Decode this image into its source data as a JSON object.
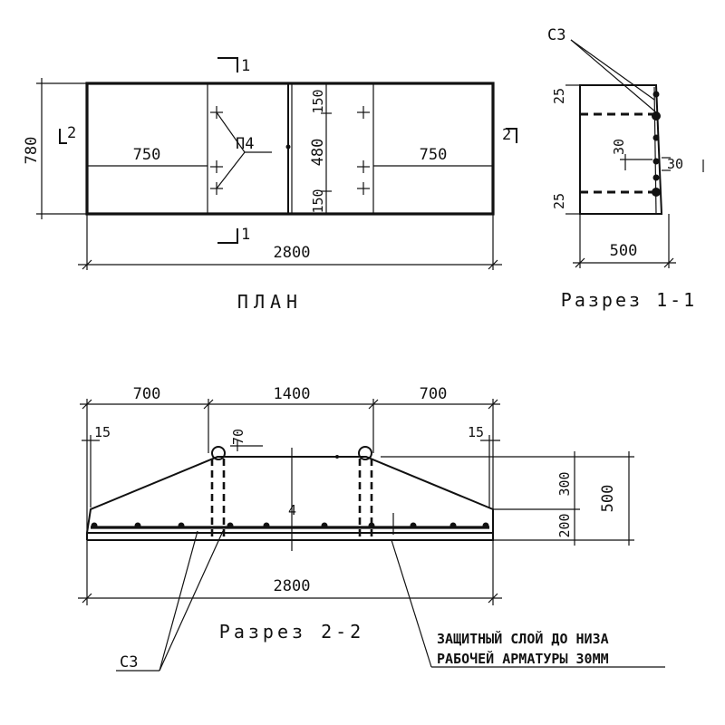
{
  "plan": {
    "title": "ПЛАН",
    "dim_total": "2800",
    "dim_height": "780",
    "dim_left": "750",
    "dim_right": "750",
    "dim_top": "150",
    "dim_mid": "480",
    "dim_bottom": "150",
    "label_p4": "П4",
    "cut1_top": "1",
    "cut1_bottom": "1",
    "cut2_left": "2",
    "cut2_right": "2"
  },
  "section11": {
    "title": "Разрез 1-1",
    "label_c3": "С3",
    "dim_top": "25",
    "dim_bottom": "25",
    "dim_30a": "30",
    "dim_30b": "30",
    "dim_width": "500"
  },
  "section22": {
    "title": "Разрез 2-2",
    "dim_left": "700",
    "dim_mid": "1400",
    "dim_right": "700",
    "dim_15_left": "15",
    "dim_15_right": "15",
    "dim_70": "70",
    "dim_300": "300",
    "dim_200": "200",
    "dim_500": "500",
    "dim_total": "2800",
    "label_c3": "С3",
    "note_line1": "ЗАЩИТНЫЙ СЛОЙ ДО НИЗА",
    "note_line2": "РАБОЧЕЙ АРМАТУРЫ 30ММ"
  }
}
